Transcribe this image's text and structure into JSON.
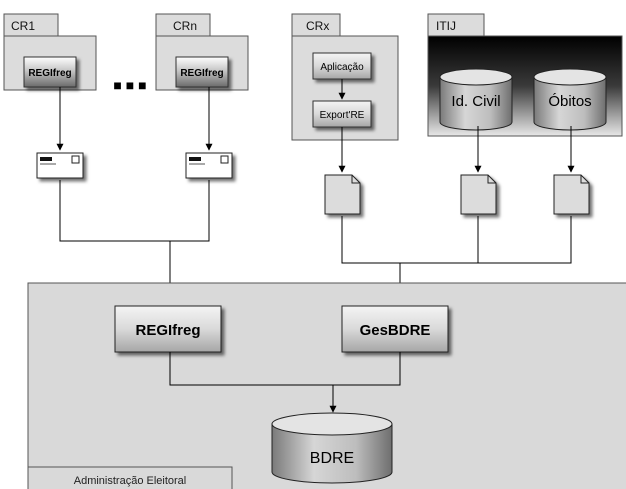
{
  "packages": {
    "cr1": {
      "tab": "CR1",
      "component": "REGIfreg"
    },
    "crn": {
      "tab": "CRn",
      "component": "REGIfreg"
    },
    "ellipsis": "■ ■ ■",
    "crx": {
      "tab": "CRx",
      "app": "Aplicação",
      "export": "Export'RE"
    },
    "itij": {
      "tab": "ITIJ",
      "db_civil": "Id. Civil",
      "db_obitos": "Óbitos"
    }
  },
  "admin": {
    "label": "Administração Eleitoral",
    "regifreg": "REGIfreg",
    "gesbdre": "GesBDRE",
    "bdre": "BDRE"
  }
}
